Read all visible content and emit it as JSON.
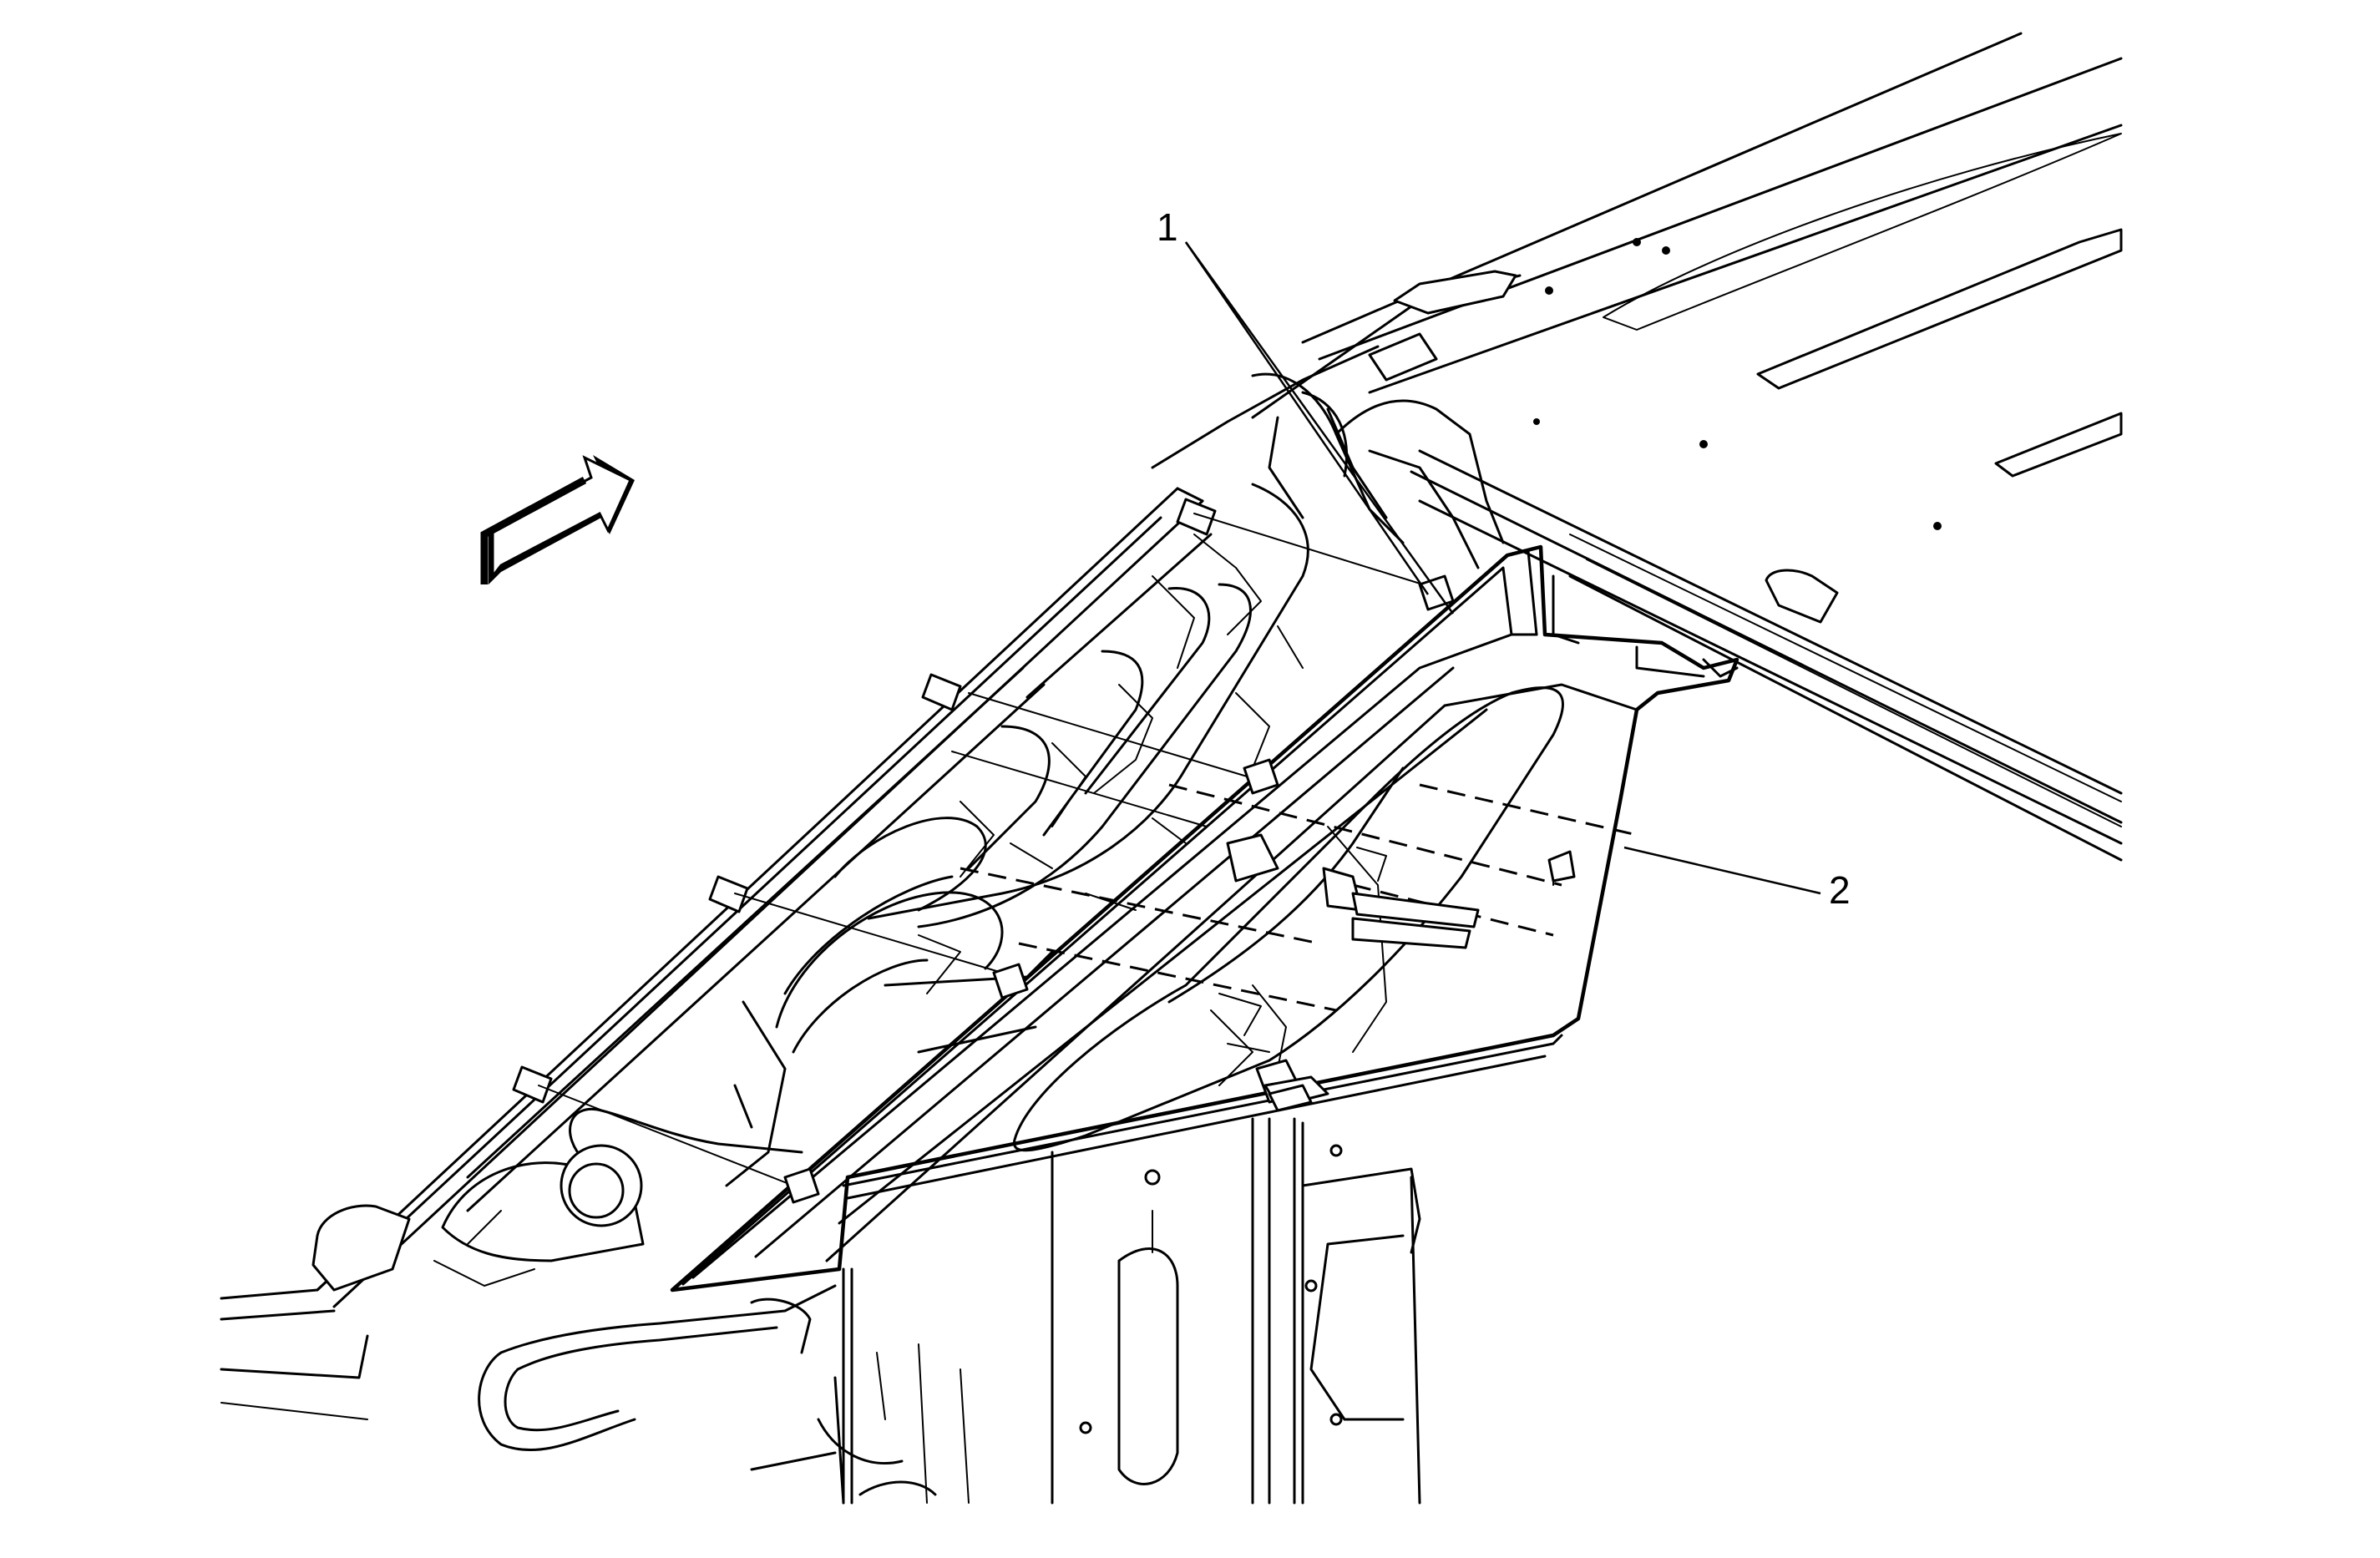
{
  "callouts": [
    {
      "id": "1",
      "text": "1"
    },
    {
      "id": "2",
      "text": "2"
    }
  ],
  "colors": {
    "line": "#000000",
    "background": "#ffffff"
  },
  "icons": {
    "direction_arrow": "forward-direction-arrow-icon"
  }
}
